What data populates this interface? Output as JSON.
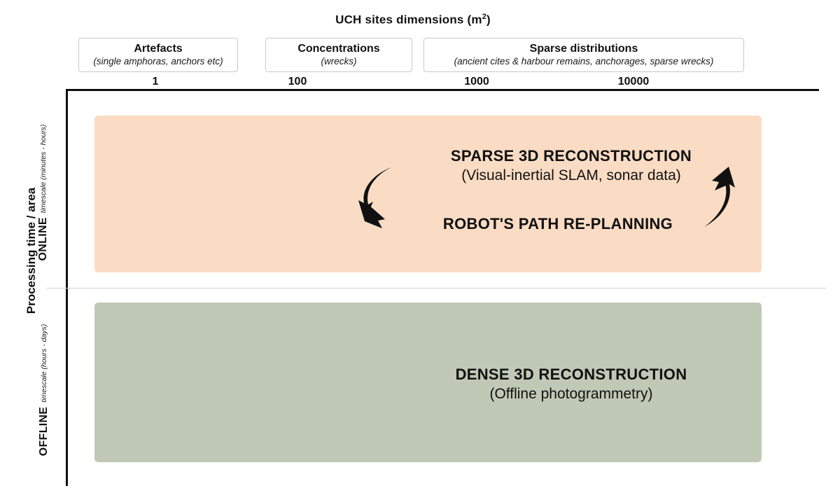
{
  "chart_data": {
    "type": "diagram",
    "title": "UCH sites dimensions (m²)",
    "xlabel": "UCH sites dimensions (m²)",
    "ylabel": "Processing time  /  area",
    "x_tick_labels": [
      "1",
      "100",
      "1000",
      "10000"
    ],
    "x_categories": [
      {
        "title": "Artefacts",
        "subtitle": "(single amphoras, anchors etc)",
        "tick": "1"
      },
      {
        "title": "Concentrations",
        "subtitle": "(wrecks)",
        "tick": "100"
      },
      {
        "title": "Sparse distributions",
        "subtitle": "(ancient cites & harbour remains, anchorages, sparse wrecks)",
        "ticks": [
          "1000",
          "10000"
        ]
      }
    ],
    "y_groups": [
      {
        "title": "ONLINE",
        "subtitle": "timescale (minutes - hours)",
        "band_color": "#fadcc4",
        "contents": [
          "SPARSE 3D RECONSTRUCTION",
          "(Visual-inertial SLAM, sonar data)",
          "ROBOT'S PATH RE-PLANNING"
        ]
      },
      {
        "title": "OFFLINE",
        "subtitle": "timescale (hours - days)",
        "band_color": "#bfc9b5",
        "contents": [
          "DENSE 3D RECONSTRUCTION",
          "(Offline photogrammetry)"
        ]
      }
    ],
    "grid": false,
    "legend": "none"
  },
  "header": {
    "title_main": "UCH sites dimensions (m",
    "title_sup": "2",
    "title_close": ")"
  },
  "categories": [
    {
      "title": "Artefacts",
      "subtitle": "(single amphoras, anchors etc)"
    },
    {
      "title": "Concentrations",
      "subtitle": "(wrecks)"
    },
    {
      "title": "Sparse distributions",
      "subtitle": "(ancient cites & harbour remains, anchorages, sparse wrecks)"
    }
  ],
  "ticks": [
    "1",
    "100",
    "1000",
    "10000"
  ],
  "y_axis": {
    "main_label": "Processing time  /  area",
    "online": {
      "title": "ONLINE",
      "subtitle": "timescale (minutes - hours)"
    },
    "offline": {
      "title": "OFFLINE",
      "subtitle": "timescale (hours - days)"
    }
  },
  "bands": {
    "online": {
      "heading": "SPARSE 3D RECONSTRUCTION",
      "subheading": "(Visual-inertial SLAM, sonar data)",
      "heading2": "ROBOT'S PATH RE-PLANNING",
      "color": "#fadcc4"
    },
    "offline": {
      "heading": "DENSE 3D RECONSTRUCTION",
      "subheading": "(Offline photogrammetry)",
      "color": "#bfc9b5"
    }
  },
  "icons": {
    "arrow_left": "curved-arrow-down-left-icon",
    "arrow_right": "curved-arrow-up-left-icon"
  }
}
